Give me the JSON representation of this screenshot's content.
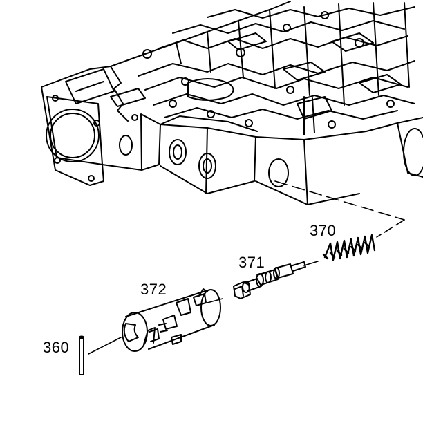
{
  "callouts": {
    "spring": "370",
    "valve": "371",
    "sleeve": "372",
    "pin": "360"
  }
}
